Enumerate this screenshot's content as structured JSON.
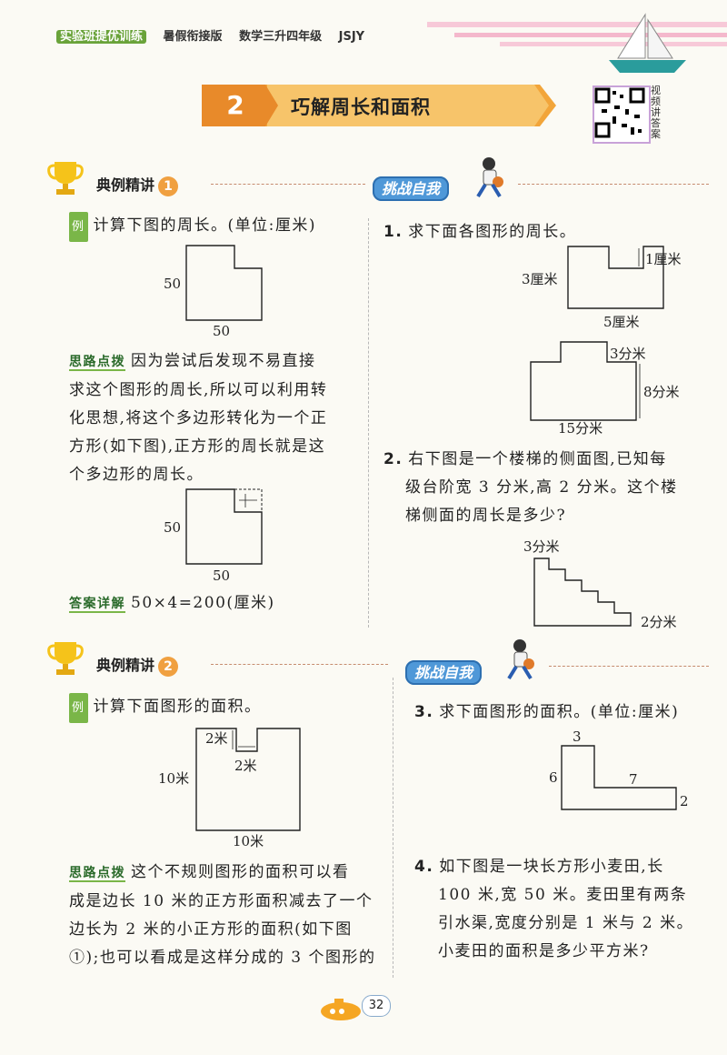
{
  "header": {
    "series": "实验班提优训练",
    "edition": "暑假衔接版",
    "subject": "数学三升四年级",
    "code": "JSJY"
  },
  "title": {
    "number": "2",
    "text": "巧解周长和面积"
  },
  "qr_label": "视频讲答案",
  "example1": {
    "section_label": "典例精讲",
    "section_num": "1",
    "mark": "例",
    "question": "计算下图的周长。(单位:厘米)",
    "fig_left_label": "50",
    "fig_bottom_label": "50",
    "hint_label": "思路点拨",
    "hint_lines": [
      "因为尝试后发现不易直接",
      "求这个图形的周长,所以可以利用转",
      "化思想,将这个多边形转化为一个正",
      "方形(如下图),正方形的周长就是这",
      "个多边形的周长。"
    ],
    "fig2_left_label": "50",
    "fig2_bottom_label": "50",
    "answer_label": "答案详解",
    "answer": "50×4=200(厘米)"
  },
  "challenge1": {
    "label": "挑战自我",
    "p1_num": "1.",
    "p1_text": "求下面各图形的周长。",
    "p1_fig1": {
      "left": "3厘米",
      "right": "1厘米",
      "bottom": "5厘米"
    },
    "p1_fig2": {
      "top_right": "3分米",
      "right": "8分米",
      "bottom": "15分米"
    },
    "p2_num": "2.",
    "p2_lines": [
      "右下图是一个楼梯的侧面图,已知每",
      "级台阶宽 3 分米,高 2 分米。这个楼",
      "梯侧面的周长是多少?"
    ],
    "p2_fig": {
      "top": "3分米",
      "right": "2分米"
    }
  },
  "example2": {
    "section_label": "典例精讲",
    "section_num": "2",
    "mark": "例",
    "question": "计算下面图形的面积。",
    "fig": {
      "notch_height": "2米",
      "notch_width": "2米",
      "left": "10米",
      "bottom": "10米"
    },
    "hint_label": "思路点拨",
    "hint_lines": [
      "这个不规则图形的面积可以看",
      "成是边长 10 米的正方形面积减去了一个",
      "边长为 2 米的小正方形的面积(如下图",
      "①);也可以看成是这样分成的 3 个图形的"
    ]
  },
  "challenge2": {
    "label": "挑战自我",
    "p3_num": "3.",
    "p3_text": "求下面图形的面积。(单位:厘米)",
    "p3_fig": {
      "top": "3",
      "left": "6",
      "middle": "7",
      "right": "2"
    },
    "p4_num": "4.",
    "p4_lines": [
      "如下图是一块长方形小麦田,长",
      "100 米,宽 50 米。麦田里有两条",
      "引水渠,宽度分别是 1 米与 2 米。",
      "小麦田的面积是多少平方米?"
    ]
  },
  "page_number": "32",
  "colors": {
    "banner": "#f2a53a",
    "accent_green": "#7ab648",
    "challenge_blue": "#4f98d8",
    "badge": "#f0a040"
  }
}
